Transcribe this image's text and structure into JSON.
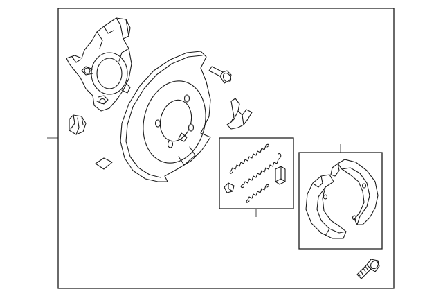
{
  "diagram": {
    "border_color": "#1a1a1a",
    "background_color": "#ffffff",
    "parts": [
      {
        "name": "steering-knuckle"
      },
      {
        "name": "backing-plate"
      },
      {
        "name": "backing-plate-bolt"
      },
      {
        "name": "adjuster-lever"
      },
      {
        "name": "spring-hardware-kit"
      },
      {
        "name": "parking-brake-shoes"
      },
      {
        "name": "dust-cap"
      },
      {
        "name": "seal-pad"
      },
      {
        "name": "hub-bolt"
      }
    ]
  }
}
